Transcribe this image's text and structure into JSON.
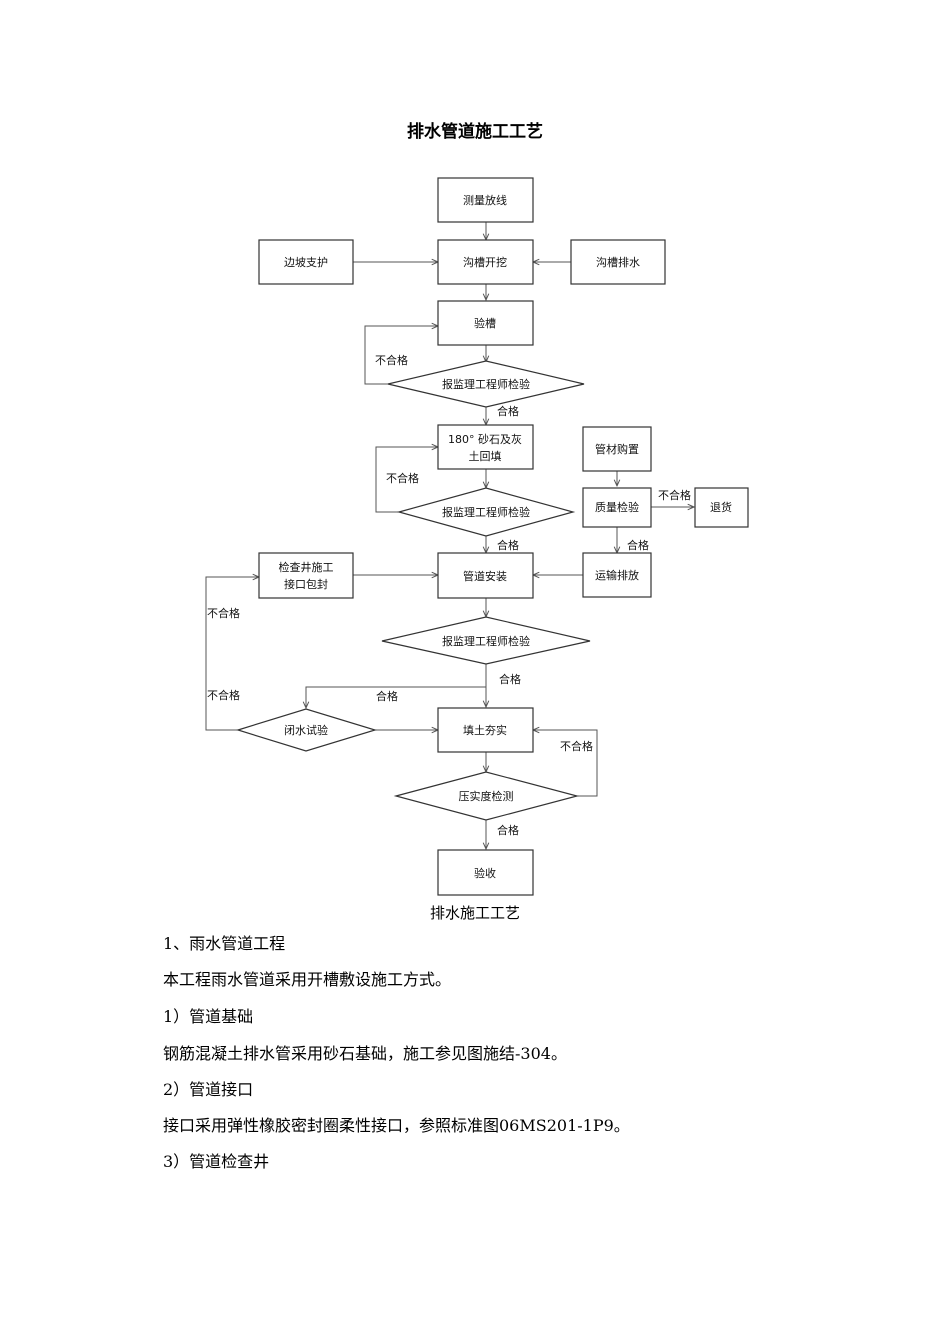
{
  "title": "排水管道施工工艺",
  "nodes": {
    "survey": "测量放线",
    "slope_support": "边坡支护",
    "trench_excavation": "沟槽开挖",
    "trench_drainage": "沟槽排水",
    "trench_inspection": "验槽",
    "report1": "报监理工程师检验",
    "backfill_l1": "180° 砂石及灰",
    "backfill_l2": "土回填",
    "report2": "报监理工程师检验",
    "pipe_purchase": "管材购置",
    "quality_check": "质量检验",
    "return_goods": "退货",
    "manhole_l1": "检查井施工",
    "manhole_l2": "接口包封",
    "pipe_install": "管道安装",
    "transport": "运输排放",
    "report3": "报监理工程师检验",
    "closed_water_test": "闭水试验",
    "fill_compact": "填土夯实",
    "compaction_test": "压实度检测",
    "acceptance": "验收"
  },
  "edge_labels": {
    "fail1": "不合格",
    "pass1": "合格",
    "fail2": "不合格",
    "pass2": "合格",
    "fail_quality": "不合格",
    "pass_quality": "合格",
    "fail3": "不合格",
    "pass3_left": "合格",
    "pass3": "合格",
    "fail_water": "不合格",
    "fail_compact": "不合格",
    "pass_compact": "合格"
  },
  "caption": "排水施工工艺",
  "paragraphs": [
    "1、雨水管道工程",
    "本工程雨水管道采用开槽敷设施工方式。",
    "1）管道基础",
    "钢筋混凝土排水管采用砂石基础，施工参见图施结-304。",
    "2）管道接口",
    "接口采用弹性橡胶密封圈柔性接口，参照标准图06MS201-1P9。",
    "3）管道检查井"
  ]
}
